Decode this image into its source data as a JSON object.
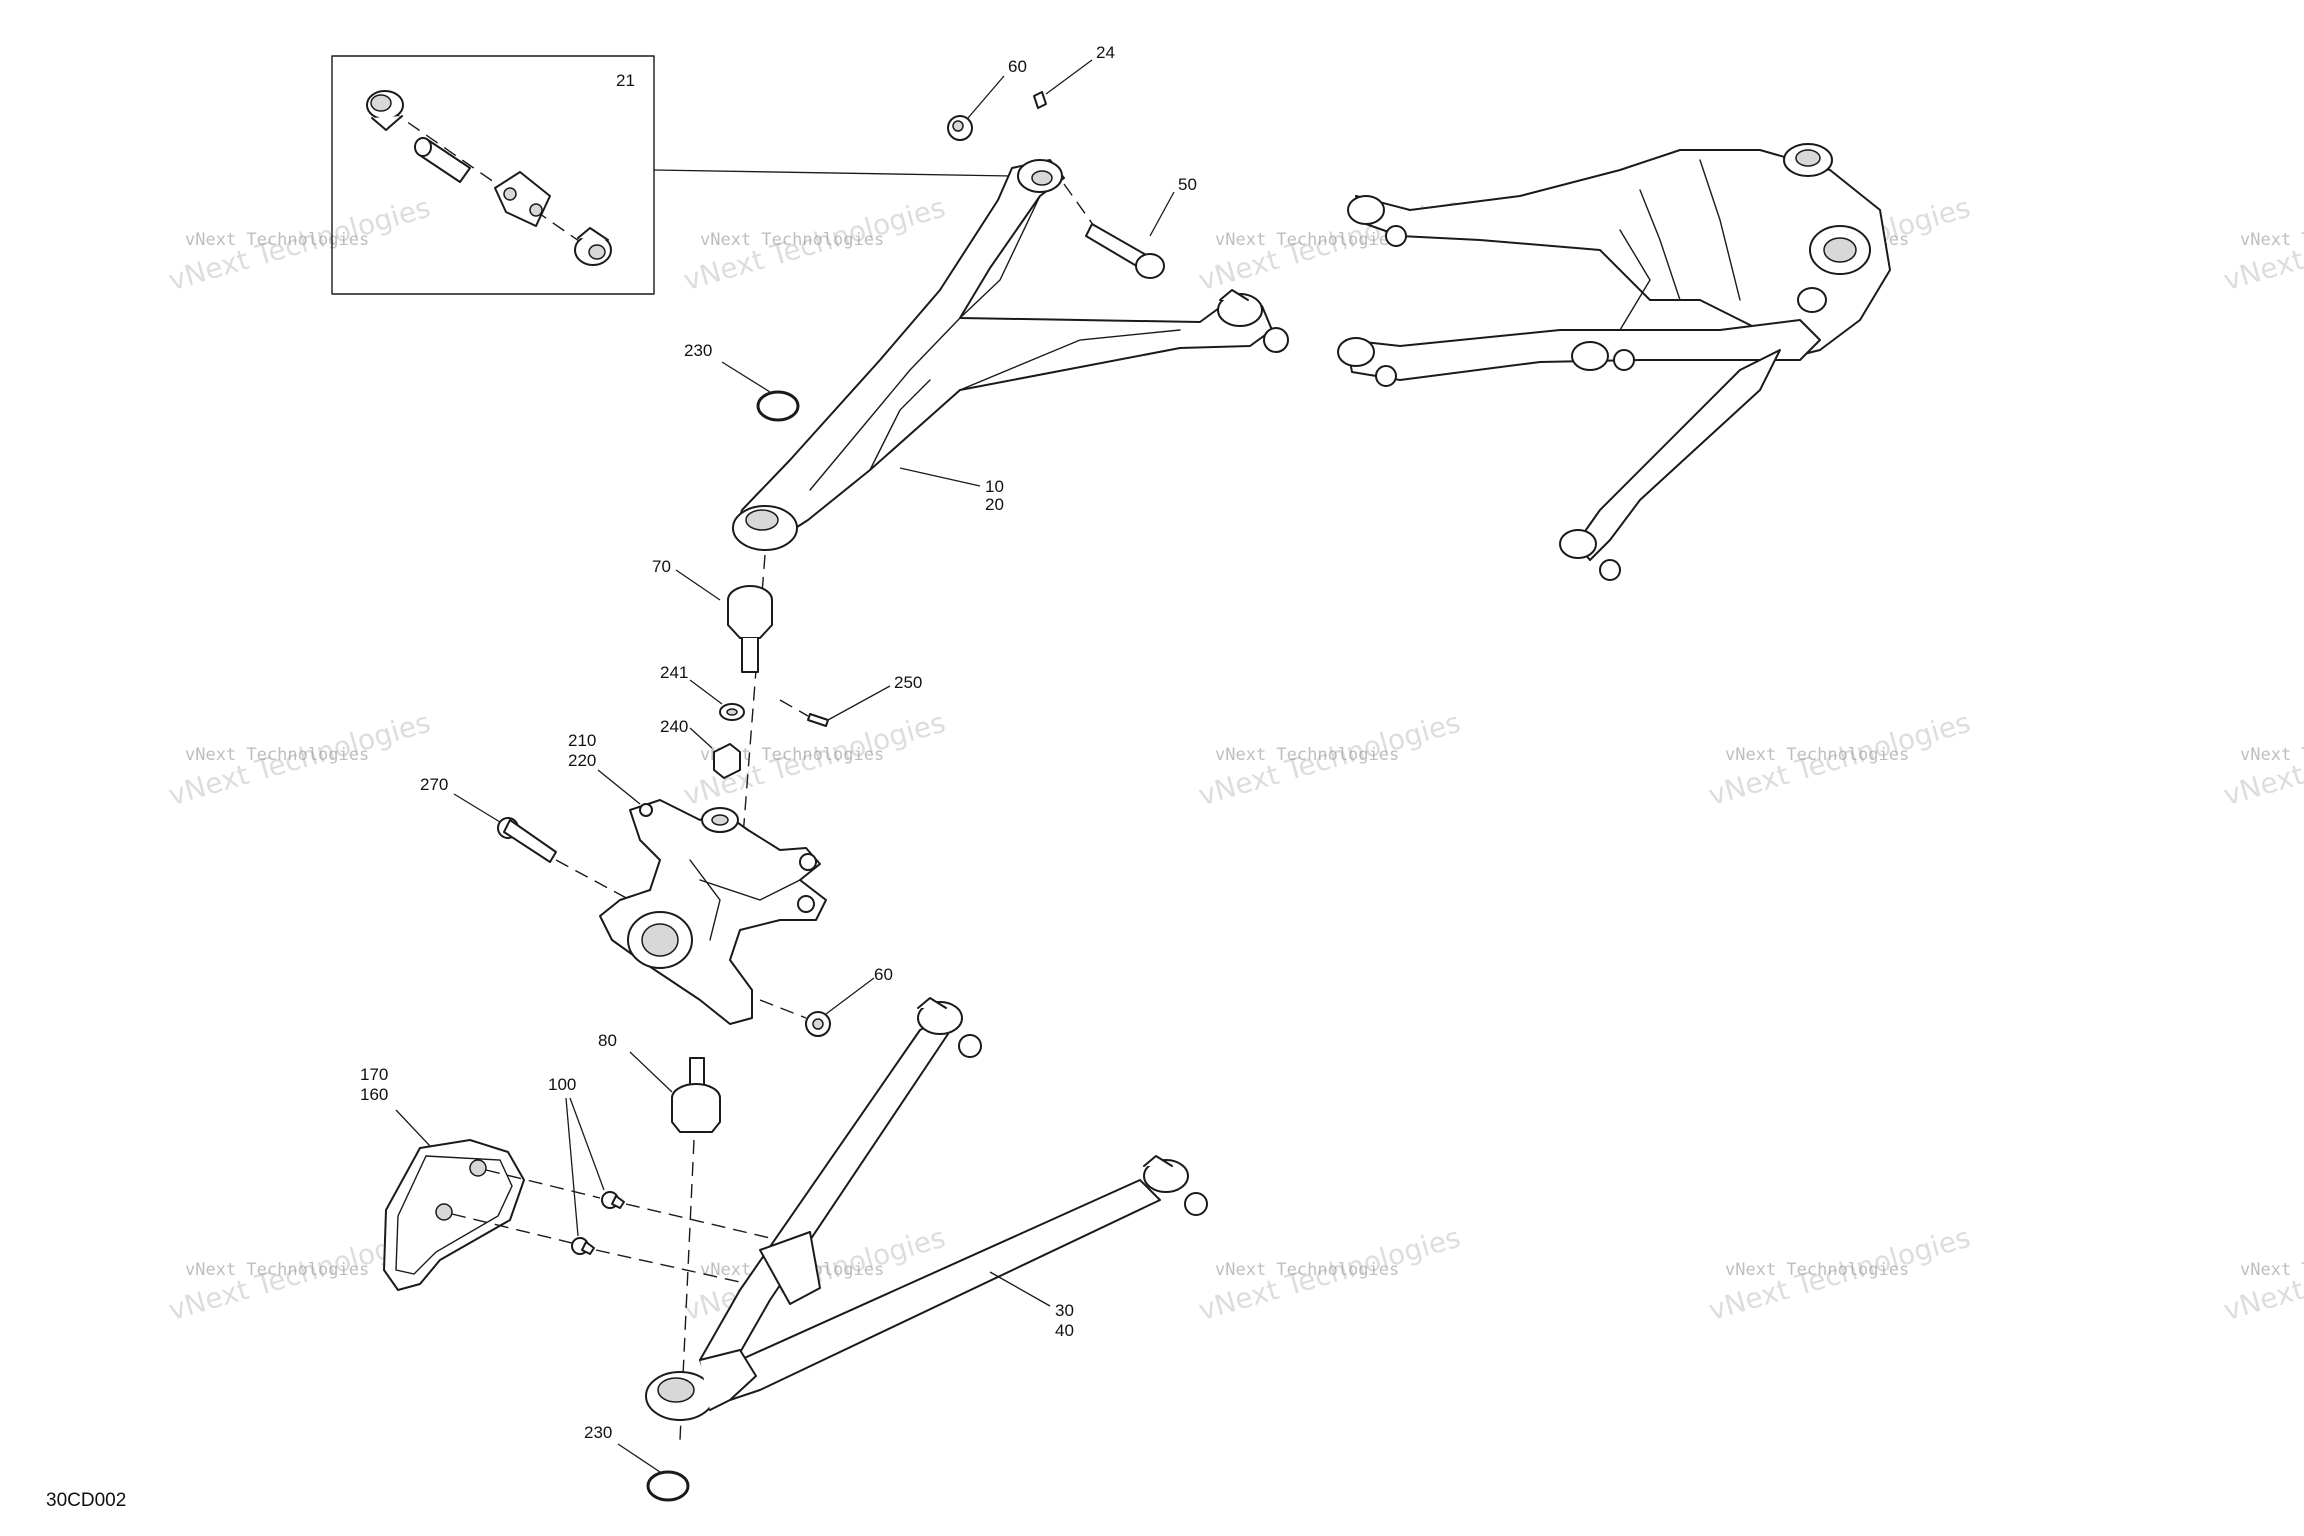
{
  "drawing_code": "30CD002",
  "watermark": {
    "line1": "vNext Technologies",
    "line2": "vNext Technologies"
  },
  "callouts": {
    "c21": "21",
    "c60_top": "60",
    "c24": "24",
    "c50": "50",
    "c230_top": "230",
    "c10": "10",
    "c20": "20",
    "c70": "70",
    "c241": "241",
    "c250": "250",
    "c240": "240",
    "c210": "210",
    "c220": "220",
    "c270": "270",
    "c60_mid": "60",
    "c80": "80",
    "c170": "170",
    "c160": "160",
    "c100": "100",
    "c30": "30",
    "c40": "40",
    "c230_bottom": "230"
  },
  "colors": {
    "ink": "#1a1a1a",
    "background": "#ffffff",
    "watermark": "#8a8a8a"
  }
}
